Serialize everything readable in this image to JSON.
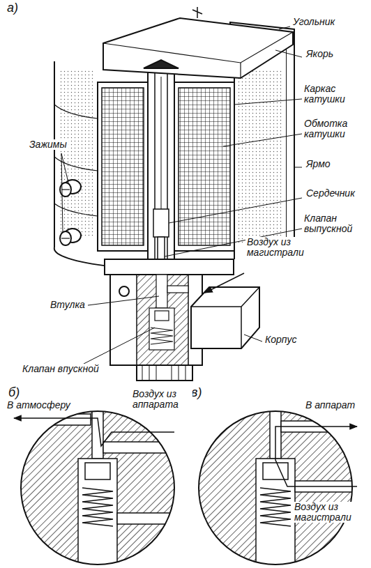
{
  "diagram": {
    "labels": [
      "а)",
      "Угольник",
      "Якорь",
      "Каркас катушки",
      "Зажимы",
      "Обмотка катушки",
      "Ярмо",
      "Сердечник",
      "Клапан выпускной",
      "Воздух из магистрали",
      "Втулка",
      "Корпус",
      "Клапан впускной",
      "б)",
      "в)",
      "В атмосферу",
      "Воздух из аппарата",
      "В аппарат",
      "Воздух из магистрали"
    ]
  }
}
